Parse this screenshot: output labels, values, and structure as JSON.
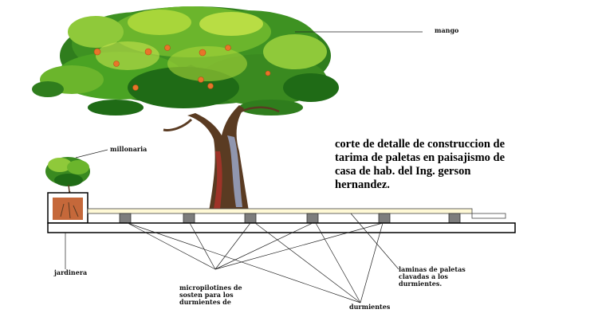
{
  "title_lines": [
    "corte de detalle de construccion de",
    "tarima de paletas en paisajismo de",
    "casa de hab. del Ing. gerson",
    "hernandez."
  ],
  "labels": {
    "mango": "mango",
    "millonaria": "millonaria",
    "jardinera": "jardinera",
    "micropilotines": [
      "micropilotines de",
      "sosten para los",
      "durmientes de"
    ],
    "durmientes": "durmientes",
    "laminas": [
      "laminas de paletas",
      "clavadas a los",
      "durmientes."
    ]
  },
  "colors": {
    "foliage_dark": "#1f6b16",
    "foliage_mid": "#4aa323",
    "foliage_light": "#a8d63a",
    "fruit": "#e8742a",
    "trunk": "#5a3b22",
    "soil": "#c5683a",
    "deck": "#fff9d6",
    "pile": "#7d7d7d"
  }
}
